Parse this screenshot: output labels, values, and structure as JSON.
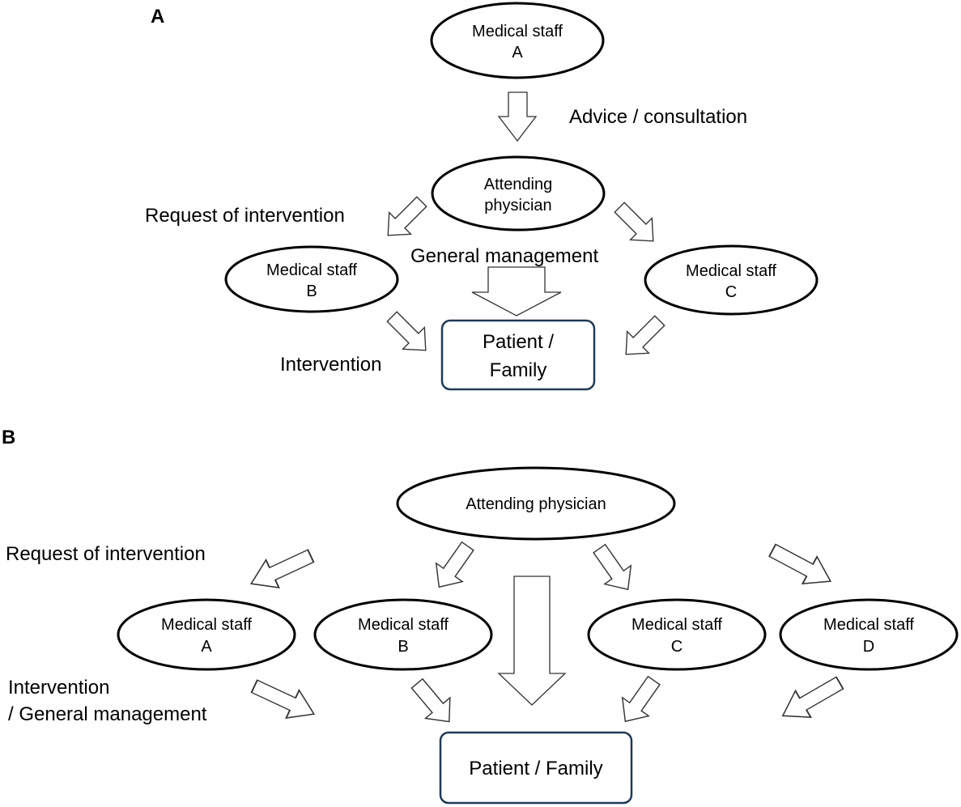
{
  "panel_a": {
    "label": "A",
    "staff_a": {
      "line1": "Medical staff",
      "line2": "A"
    },
    "attending": {
      "line1": "Attending",
      "line2": "physician"
    },
    "staff_b": {
      "line1": "Medical staff",
      "line2": "B"
    },
    "staff_c": {
      "line1": "Medical staff",
      "line2": "C"
    },
    "patient": {
      "line1": "Patient /",
      "line2": "Family"
    },
    "advice_label": "Advice / consultation",
    "request_label": "Request of intervention",
    "general_label": "General management",
    "intervention_label": "Intervention"
  },
  "panel_b": {
    "label": "B",
    "attending": "Attending physician",
    "staff_a": {
      "line1": "Medical staff",
      "line2": "A"
    },
    "staff_b": {
      "line1": "Medical staff",
      "line2": "B"
    },
    "staff_c": {
      "line1": "Medical staff",
      "line2": "C"
    },
    "staff_d": {
      "line1": "Medical staff",
      "line2": "D"
    },
    "patient": "Patient / Family",
    "request_label": "Request of intervention",
    "intervention_label_1": "Intervention",
    "intervention_label_2": "/ General management"
  }
}
